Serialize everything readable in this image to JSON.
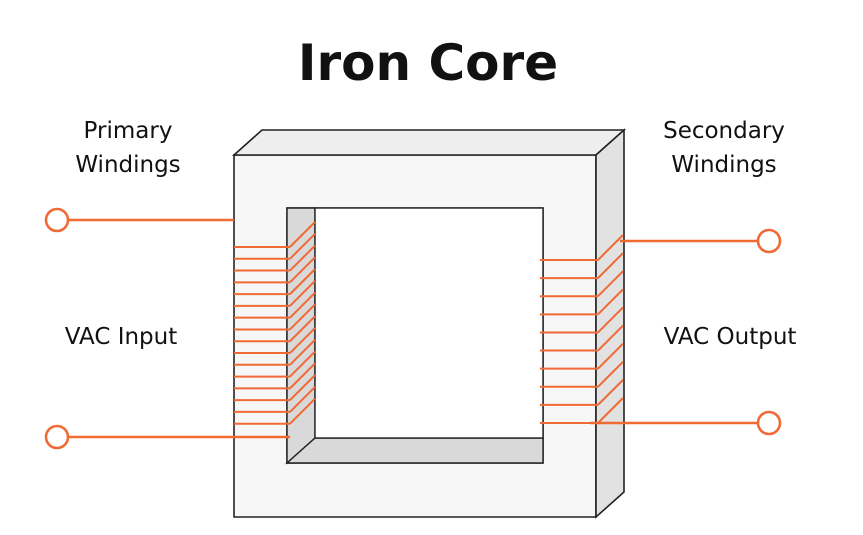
{
  "title": "Iron Core",
  "labels": {
    "primary_line1": "Primary",
    "primary_line2": "Windings",
    "secondary_line1": "Secondary",
    "secondary_line2": "Windings",
    "input": "VAC Input",
    "output": "VAC Output"
  },
  "colors": {
    "wire": "#f06a35",
    "core_face": "#f7f7f7",
    "core_top": "#eeeeee",
    "core_side": "#e2e2e2",
    "inner_shadow": "#d9d9d9",
    "outline": "#222222",
    "text": "#111111"
  },
  "windings": {
    "primary_turns": 16,
    "secondary_turns": 10
  }
}
